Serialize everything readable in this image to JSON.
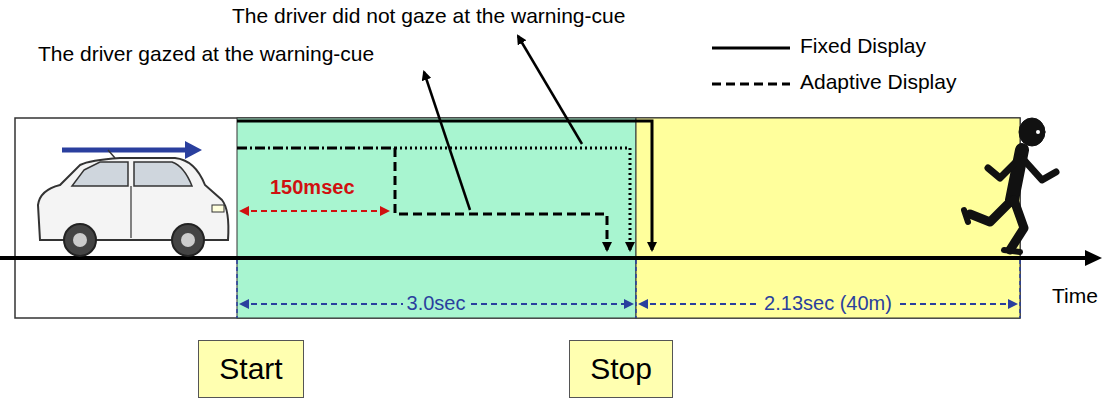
{
  "diagram": {
    "nodes": [
      {
        "text": [
          "Start"
        ]
      },
      {
        "text": [
          "Stop"
        ]
      }
    ],
    "labels": [
      "The driver did not gaze at the warning-cue",
      "The driver gazed at the warning-cue",
      "150msec",
      "3.0sec",
      "2.13sec (40m)",
      "Time"
    ],
    "legend": [
      {
        "text": "Fixed Display"
      },
      {
        "text": "Adaptive Display"
      }
    ]
  }
}
